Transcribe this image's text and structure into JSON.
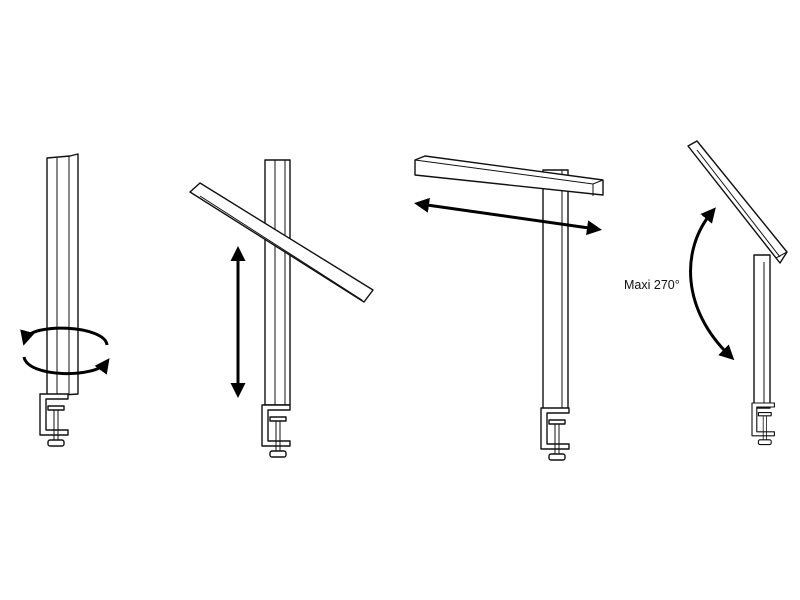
{
  "annotations": {
    "tilt_label": "Maxi 270°"
  },
  "figures": [
    {
      "name": "rotation"
    },
    {
      "name": "height-adjustment"
    },
    {
      "name": "horizontal-slide"
    },
    {
      "name": "tilt"
    }
  ]
}
